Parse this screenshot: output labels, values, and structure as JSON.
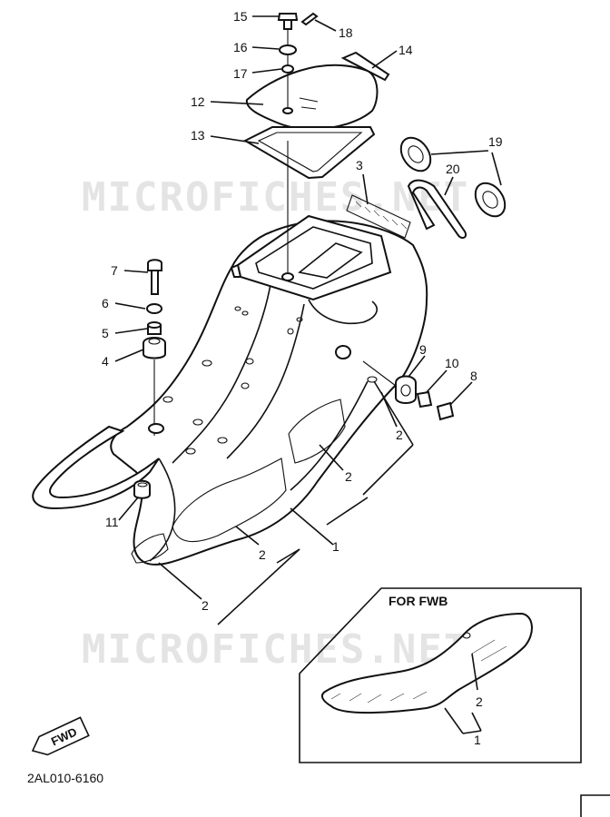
{
  "watermark": "MICROFICHES.NET",
  "inset_title": "FOR FWB",
  "fwd_label": "FWD",
  "diagram_code": "2AL010-6160",
  "callouts": {
    "c1": "1",
    "c2": "2",
    "c3": "3",
    "c4": "4",
    "c5": "5",
    "c6": "6",
    "c7": "7",
    "c8": "8",
    "c9": "9",
    "c10": "10",
    "c11": "11",
    "c12": "12",
    "c13": "13",
    "c14": "14",
    "c15": "15",
    "c16": "16",
    "c17": "17",
    "c18": "18",
    "c19": "19",
    "c20": "20"
  },
  "inset_callouts": {
    "c1": "1",
    "c2": "2"
  },
  "colors": {
    "ink": "#111111",
    "watermark": "#e4e4e4",
    "background": "#ffffff"
  }
}
